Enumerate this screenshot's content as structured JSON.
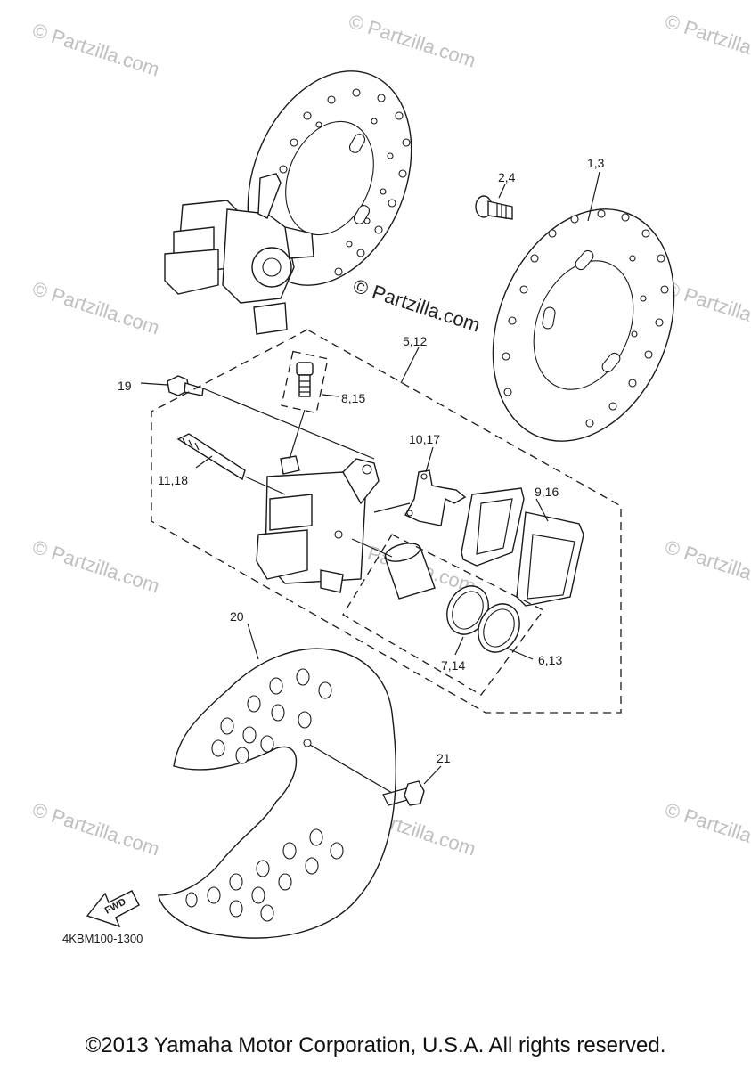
{
  "watermark": "© Partzilla.com",
  "watermark_center": "© Partzilla.com",
  "diagram_code": "4KBM100-1300",
  "fwd_label": "FWD",
  "copyright": "©2013 Yamaha Motor Corporation, U.S.A. All rights reserved.",
  "callouts": {
    "c1_3": "1,3",
    "c2_4": "2,4",
    "c5_12": "5,12",
    "c19": "19",
    "c8_15": "8,15",
    "c10_17": "10,17",
    "c11_18": "11,18",
    "c9_16": "9,16",
    "c20": "20",
    "c7_14": "7,14",
    "c6_13": "6,13",
    "c21": "21"
  }
}
